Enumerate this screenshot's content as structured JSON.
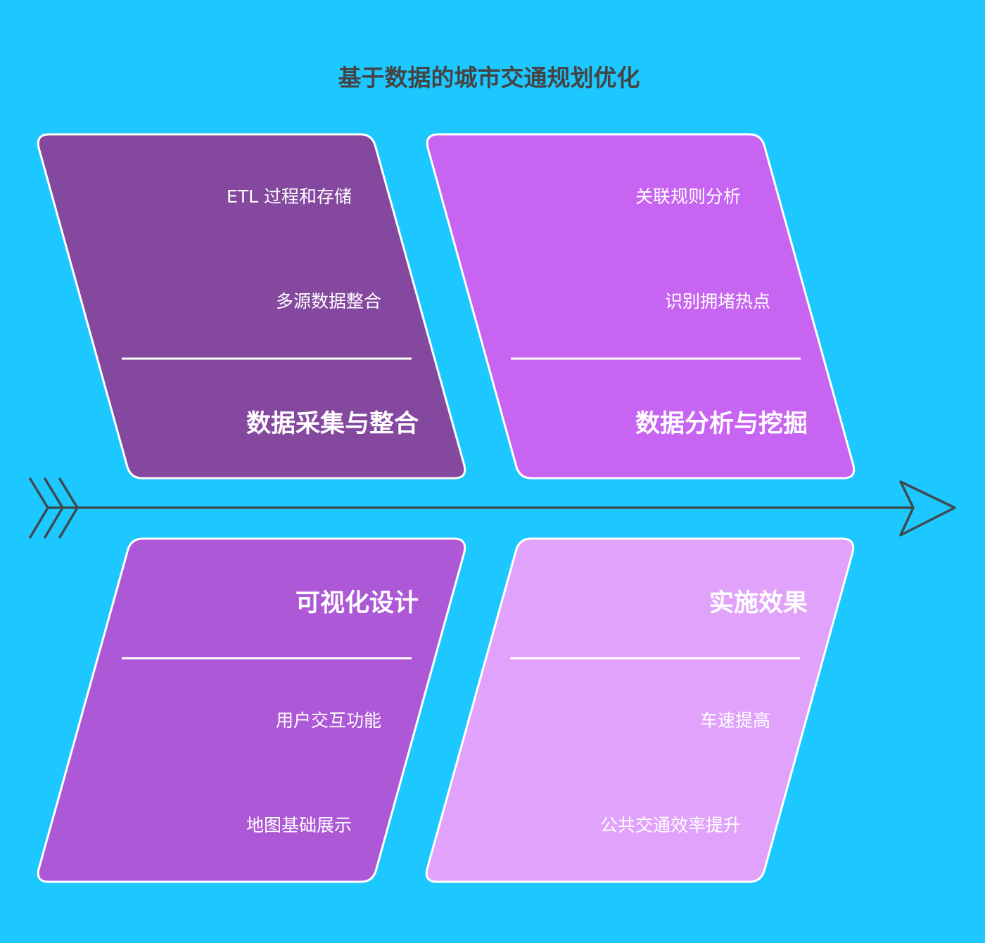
{
  "title": "基于数据的城市交通规划优化",
  "colors": {
    "background": "#1cc8ff",
    "spine": "#3f4a50",
    "title": "#444444",
    "border": "#ffffff"
  },
  "categories": [
    {
      "id": "data-collection",
      "heading": "数据采集与整合",
      "color": "#84489e",
      "position": "top-left",
      "items": [
        "ETL 过程和存储",
        "多源数据整合"
      ]
    },
    {
      "id": "data-analysis",
      "heading": "数据分析与挖掘",
      "color": "#c764f2",
      "position": "top-right",
      "items": [
        "关联规则分析",
        "识别拥堵热点"
      ]
    },
    {
      "id": "visualization",
      "heading": "可视化设计",
      "color": "#ad58d7",
      "position": "bottom-left",
      "items": [
        "用户交互功能",
        "地图基础展示"
      ]
    },
    {
      "id": "results",
      "heading": "实施效果",
      "color": "#e0a2fb",
      "position": "bottom-right",
      "items": [
        "车速提高",
        "公共交通效率提升"
      ]
    }
  ]
}
